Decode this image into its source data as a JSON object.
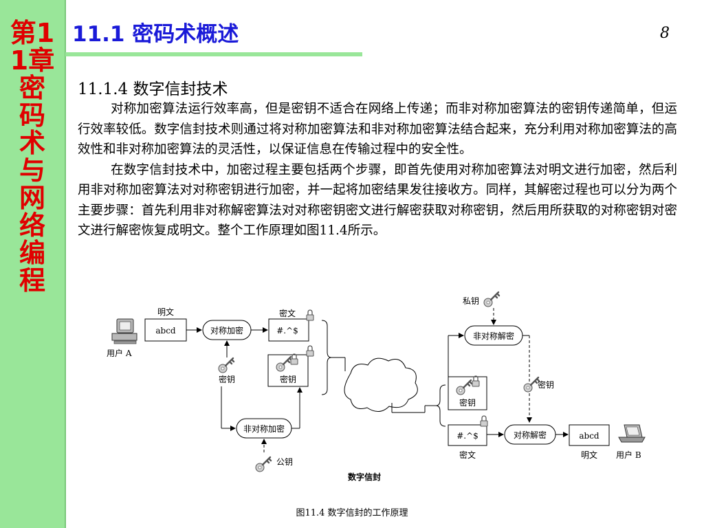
{
  "sidebar": {
    "chapter_title": "第11章 密码术与网络编程"
  },
  "header": {
    "title": "11.1 密码术概述",
    "page_number": "8"
  },
  "section": {
    "heading": "11.1.4  数字信封技术"
  },
  "paragraphs": [
    "对称加密算法运行效率高，但是密钥不适合在网络上传递；而非对称加密算法的密钥传递简单，但运行效率较低。数字信封技术则通过将对称加密算法和非对称加密算法结合起来，充分利用对称加密算法的高效性和非对称加密算法的灵活性，以保证信息在传输过程中的安全性。",
    "在数字信封技术中，加密过程主要包括两个步骤，即首先使用对称加密算法对明文进行加密，然后利用非对称加密算法对对称密钥进行加密，并一起将加密结果发往接收方。同样，其解密过程也可以分为两个主要步骤：首先利用非对称解密算法对对称密钥密文进行解密获取对称密钥，然后用所获取的对称密钥对密文进行解密恢复成明文。整个工作原理如图11.4所示。"
  ],
  "diagram": {
    "plaintext_label": "明文",
    "plaintext_value": "abcd",
    "ciphertext_label": "密文",
    "ciphertext_value": "#.^$",
    "symmetric_encrypt": "对称加密",
    "key_label": "密钥",
    "asymmetric_encrypt": "非对称加密",
    "public_key_label": "公钥",
    "user_a": "用户 A",
    "envelope_label": "数字信封",
    "private_key_label": "私钥",
    "asymmetric_decrypt": "非对称解密",
    "symmetric_decrypt": "对称解密",
    "user_b": "用户 B",
    "caption": "图11.4  数字信封的工作原理"
  }
}
